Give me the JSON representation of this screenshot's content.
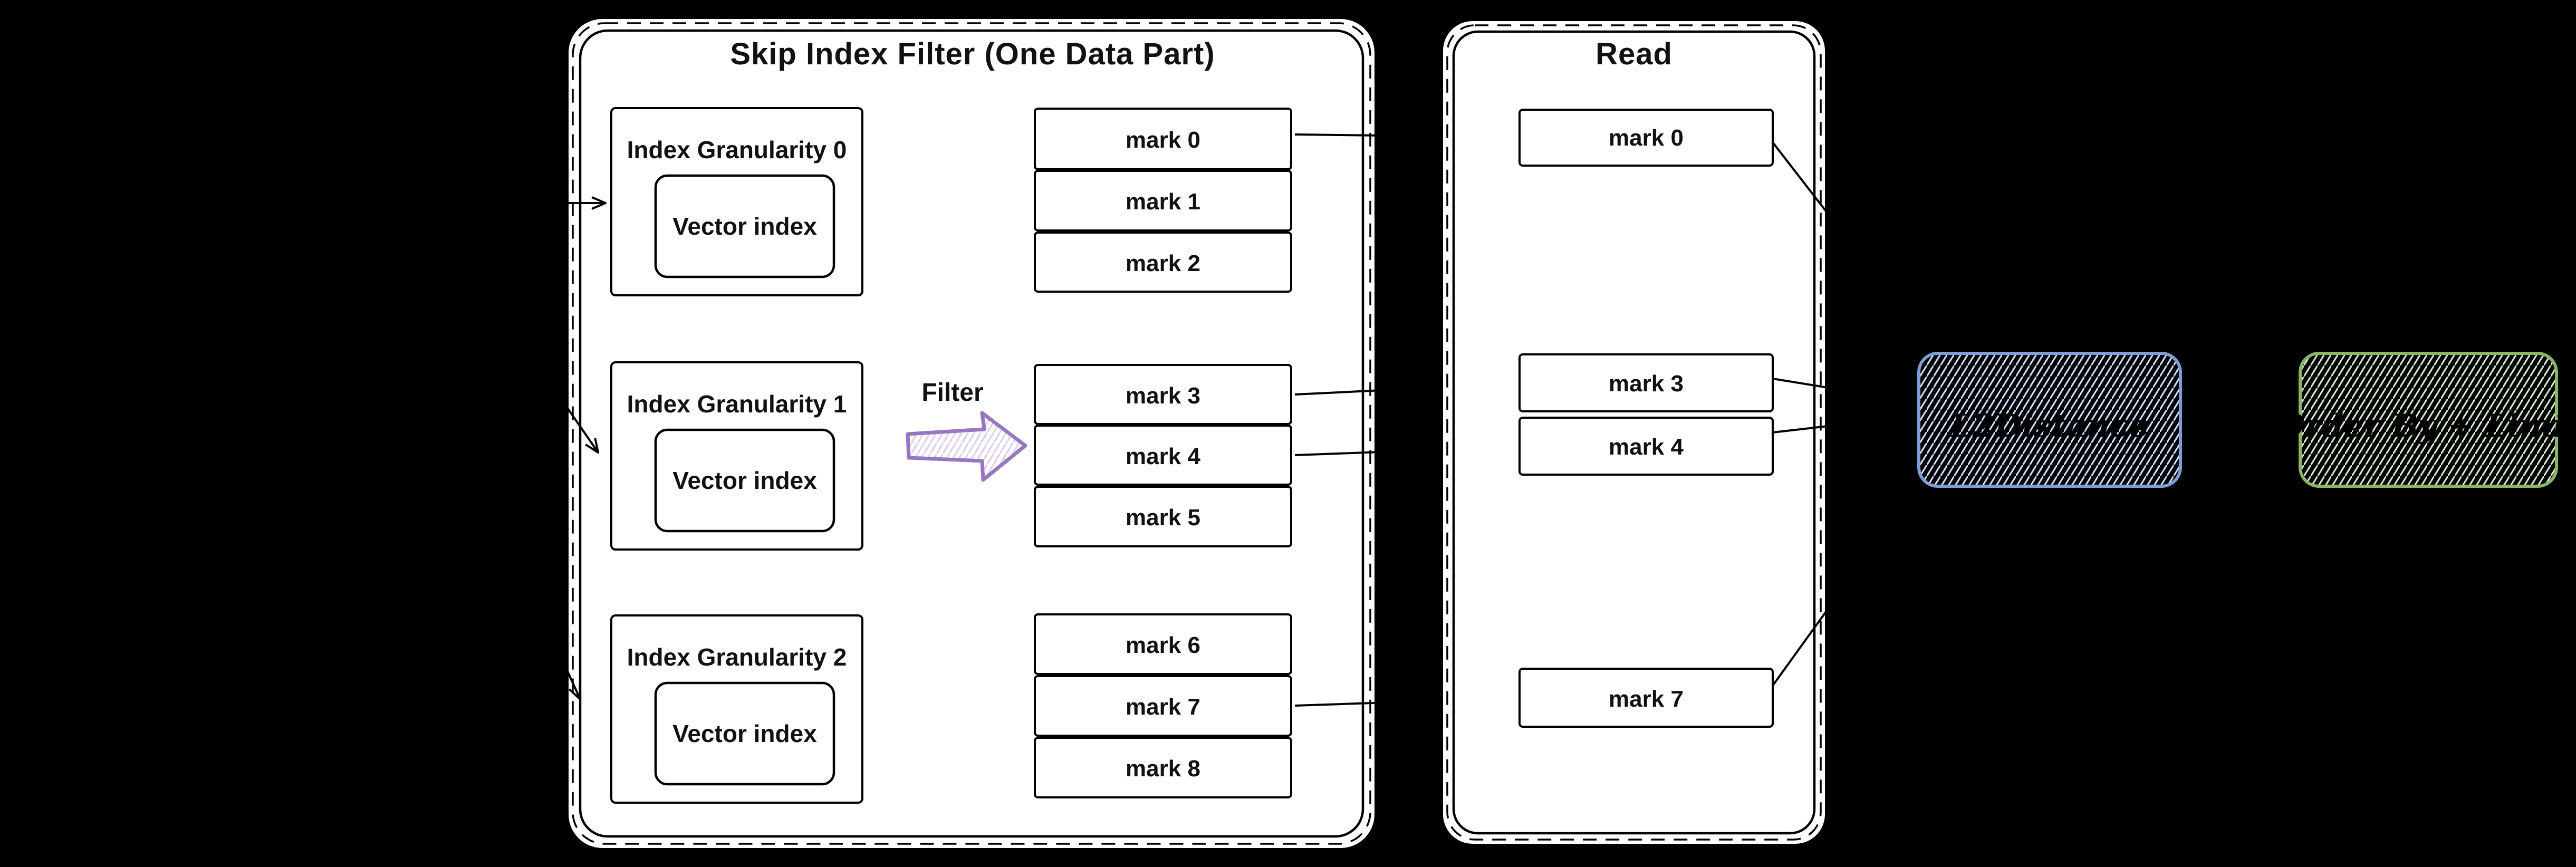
{
  "colors": {
    "page_bg": "#000000",
    "panel_bg": "#ffffff",
    "line": "#000000",
    "red_border": "#b2574f",
    "red_hatch": "#f2b8b4",
    "blue_border": "#7d9dd4",
    "blue_hatch": "#cfe0fb",
    "green_border": "#8ab566",
    "green_hatch": "#d7e9d0",
    "purple_border": "#9677c2",
    "purple_hatch": "#d9cdee"
  },
  "skip_panel": {
    "title": "Skip Index Filter (One Data Part)",
    "filter_label": "Filter",
    "granularities": [
      {
        "label": "Index Granularity 0",
        "inner_label": "Vector index"
      },
      {
        "label": "Index Granularity 1",
        "inner_label": "Vector index"
      },
      {
        "label": "Index Granularity 2",
        "inner_label": "Vector index"
      }
    ],
    "marks": [
      {
        "label": "mark 0",
        "highlighted": true
      },
      {
        "label": "mark 1",
        "highlighted": false
      },
      {
        "label": "mark 2",
        "highlighted": false
      },
      {
        "label": "mark 3",
        "highlighted": true
      },
      {
        "label": "mark 4",
        "highlighted": true
      },
      {
        "label": "mark 5",
        "highlighted": false
      },
      {
        "label": "mark 6",
        "highlighted": false
      },
      {
        "label": "mark 7",
        "highlighted": true
      },
      {
        "label": "mark 8",
        "highlighted": false
      }
    ]
  },
  "read_panel": {
    "title": "Read",
    "marks": [
      {
        "label": "mark 0"
      },
      {
        "label": "mark 3"
      },
      {
        "label": "mark 4"
      },
      {
        "label": "mark 7"
      }
    ]
  },
  "distance_box": {
    "label": "L2Distance"
  },
  "orderby_box": {
    "label": "Order By + Limit"
  }
}
